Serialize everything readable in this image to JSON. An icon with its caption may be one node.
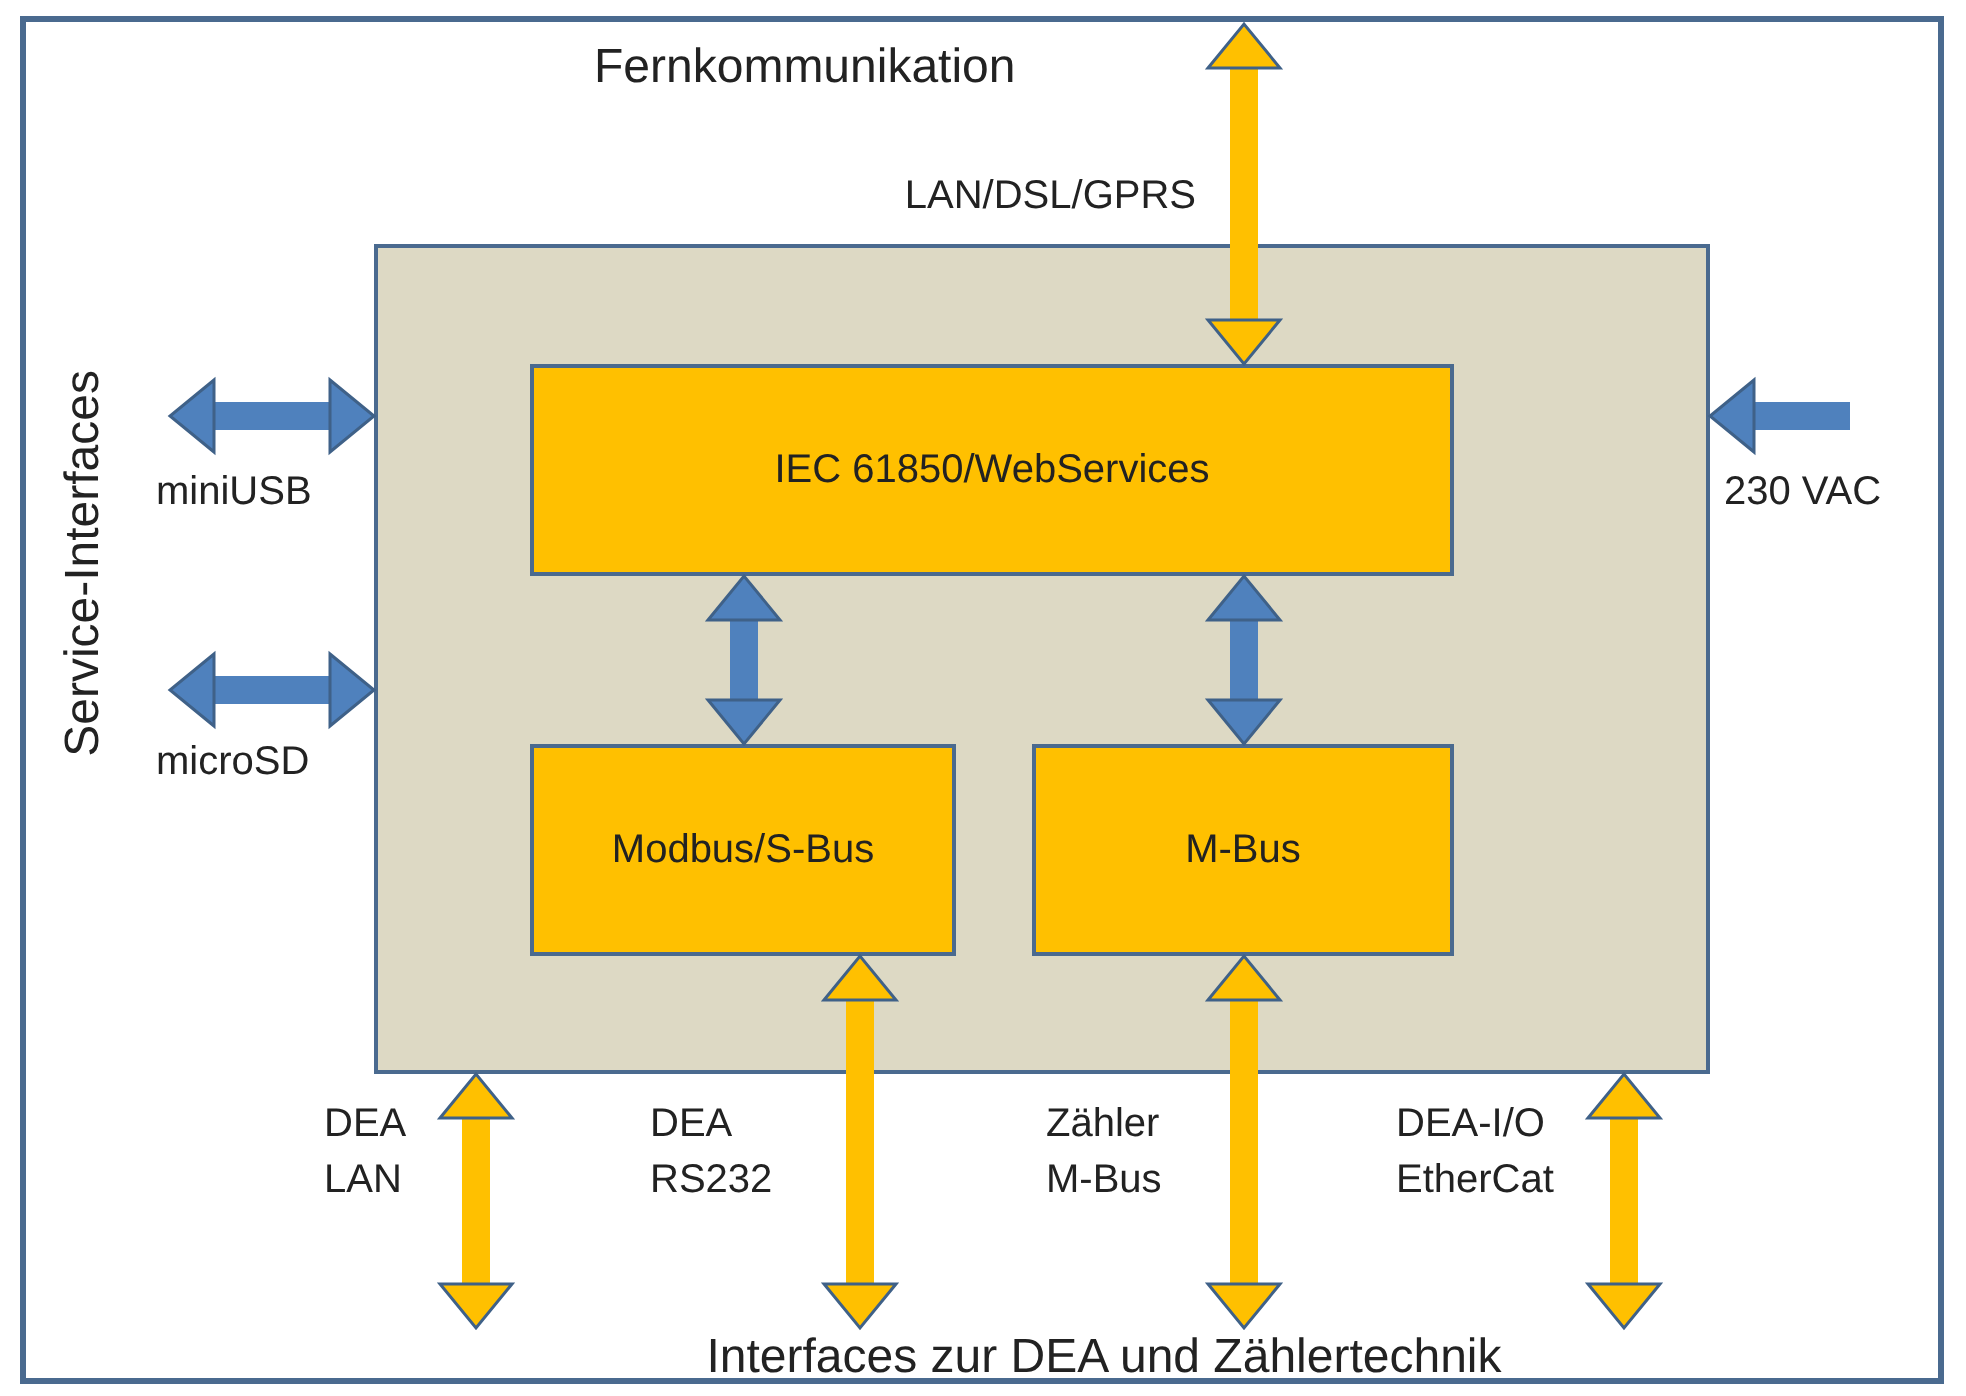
{
  "diagram": {
    "nodes": [
      {
        "text": [],
        "shape": "box"
      },
      {
        "text": [
          "IEC 61850/WebServices"
        ],
        "in": 0
      },
      {
        "text": [
          "Modbus/S-Bus"
        ],
        "in": 0
      },
      {
        "text": [
          "M-Bus"
        ],
        "in": 0
      },
      {
        "text": [
          "Interfaces zur DEA und Zählertechnik"
        ]
      }
    ],
    "edges": [
      {
        "from": null,
        "to": 1,
        "arrow": "both",
        "label": "LAN/DSL/GPRS"
      },
      {
        "from": null,
        "to": 0,
        "arrow": "both",
        "label": "miniUSB",
        "color": "#4f81bd"
      },
      {
        "from": null,
        "to": 0,
        "arrow": "to",
        "label": "230 VAC",
        "color": "#4f81bd"
      },
      {
        "from": null,
        "to": 0,
        "arrow": "both",
        "label": "microSD",
        "color": "#4f81bd"
      },
      {
        "from": 1,
        "to": 2,
        "arrow": "both",
        "color": "#4f81bd"
      },
      {
        "from": 1,
        "to": 3,
        "arrow": "both",
        "color": "#4f81bd"
      },
      {
        "from": 0,
        "to": 4,
        "arrow": "both",
        "label": "DEA LAN"
      },
      {
        "from": 2,
        "to": 4,
        "arrow": "both",
        "label": "DEA RS232"
      },
      {
        "from": 3,
        "to": 4,
        "arrow": "both",
        "label": "Zähler M-Bus"
      },
      {
        "from": 0,
        "to": 4,
        "arrow": "both",
        "label": "DEA-I/O EtherCat"
      }
    ],
    "labels": [
      "Fernkommunikation",
      "Service-Interfaces"
    ]
  }
}
